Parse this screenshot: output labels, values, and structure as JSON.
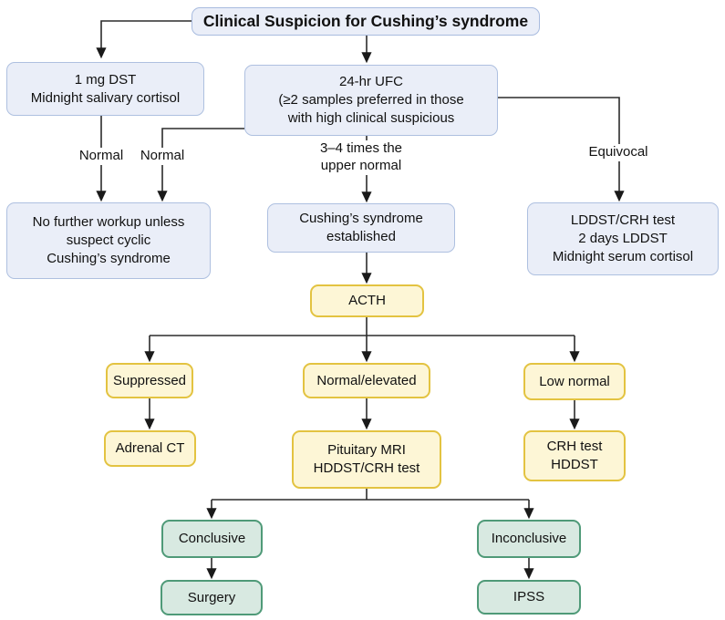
{
  "diagram": {
    "type": "flowchart",
    "title": "Clinical Suspicion for Cushing’s syndrome",
    "palette": {
      "blue_fill": "#eaeef8",
      "blue_border": "#aec0e0",
      "yellow_fill": "#fdf6d6",
      "yellow_border": "#e3c341",
      "green_fill": "#d8e9e1",
      "green_border": "#4f9a78",
      "connector": "#2b2b2b"
    },
    "nodes": {
      "clinical_suspicion": {
        "lines": [
          "Clinical Suspicion for Cushing’s syndrome"
        ]
      },
      "dst": {
        "lines": [
          "1 mg DST",
          "Midnight salivary cortisol"
        ]
      },
      "ufc": {
        "lines": [
          "24-hr UFC",
          "(≥2 samples preferred in those",
          "with high clinical suspicious"
        ]
      },
      "no_workup": {
        "lines": [
          "No further workup unless",
          "suspect cyclic",
          "Cushing’s syndrome"
        ]
      },
      "established": {
        "lines": [
          "Cushing’s syndrome",
          "established"
        ]
      },
      "lddst": {
        "lines": [
          "LDDST/CRH test",
          "2 days LDDST",
          "Midnight serum cortisol"
        ]
      },
      "acth": {
        "lines": [
          "ACTH"
        ]
      },
      "suppressed": {
        "lines": [
          "Suppressed"
        ]
      },
      "normal_elevated": {
        "lines": [
          "Normal/elevated"
        ]
      },
      "low_normal": {
        "lines": [
          "Low normal"
        ]
      },
      "adrenal_ct": {
        "lines": [
          "Adrenal CT"
        ]
      },
      "pituitary": {
        "lines": [
          "Pituitary MRI",
          "HDDST/CRH test"
        ]
      },
      "crh_test": {
        "lines": [
          "CRH test",
          "HDDST"
        ]
      },
      "conclusive": {
        "lines": [
          "Conclusive"
        ]
      },
      "surgery": {
        "lines": [
          "Surgery"
        ]
      },
      "inconclusive": {
        "lines": [
          "Inconclusive"
        ]
      },
      "ipss": {
        "lines": [
          "IPSS"
        ]
      }
    },
    "edge_labels": {
      "normal_left": "Normal",
      "normal_right": "Normal",
      "times_upper_1": "3–4 times the",
      "times_upper_2": "upper normal",
      "equivocal": "Equivocal"
    }
  }
}
